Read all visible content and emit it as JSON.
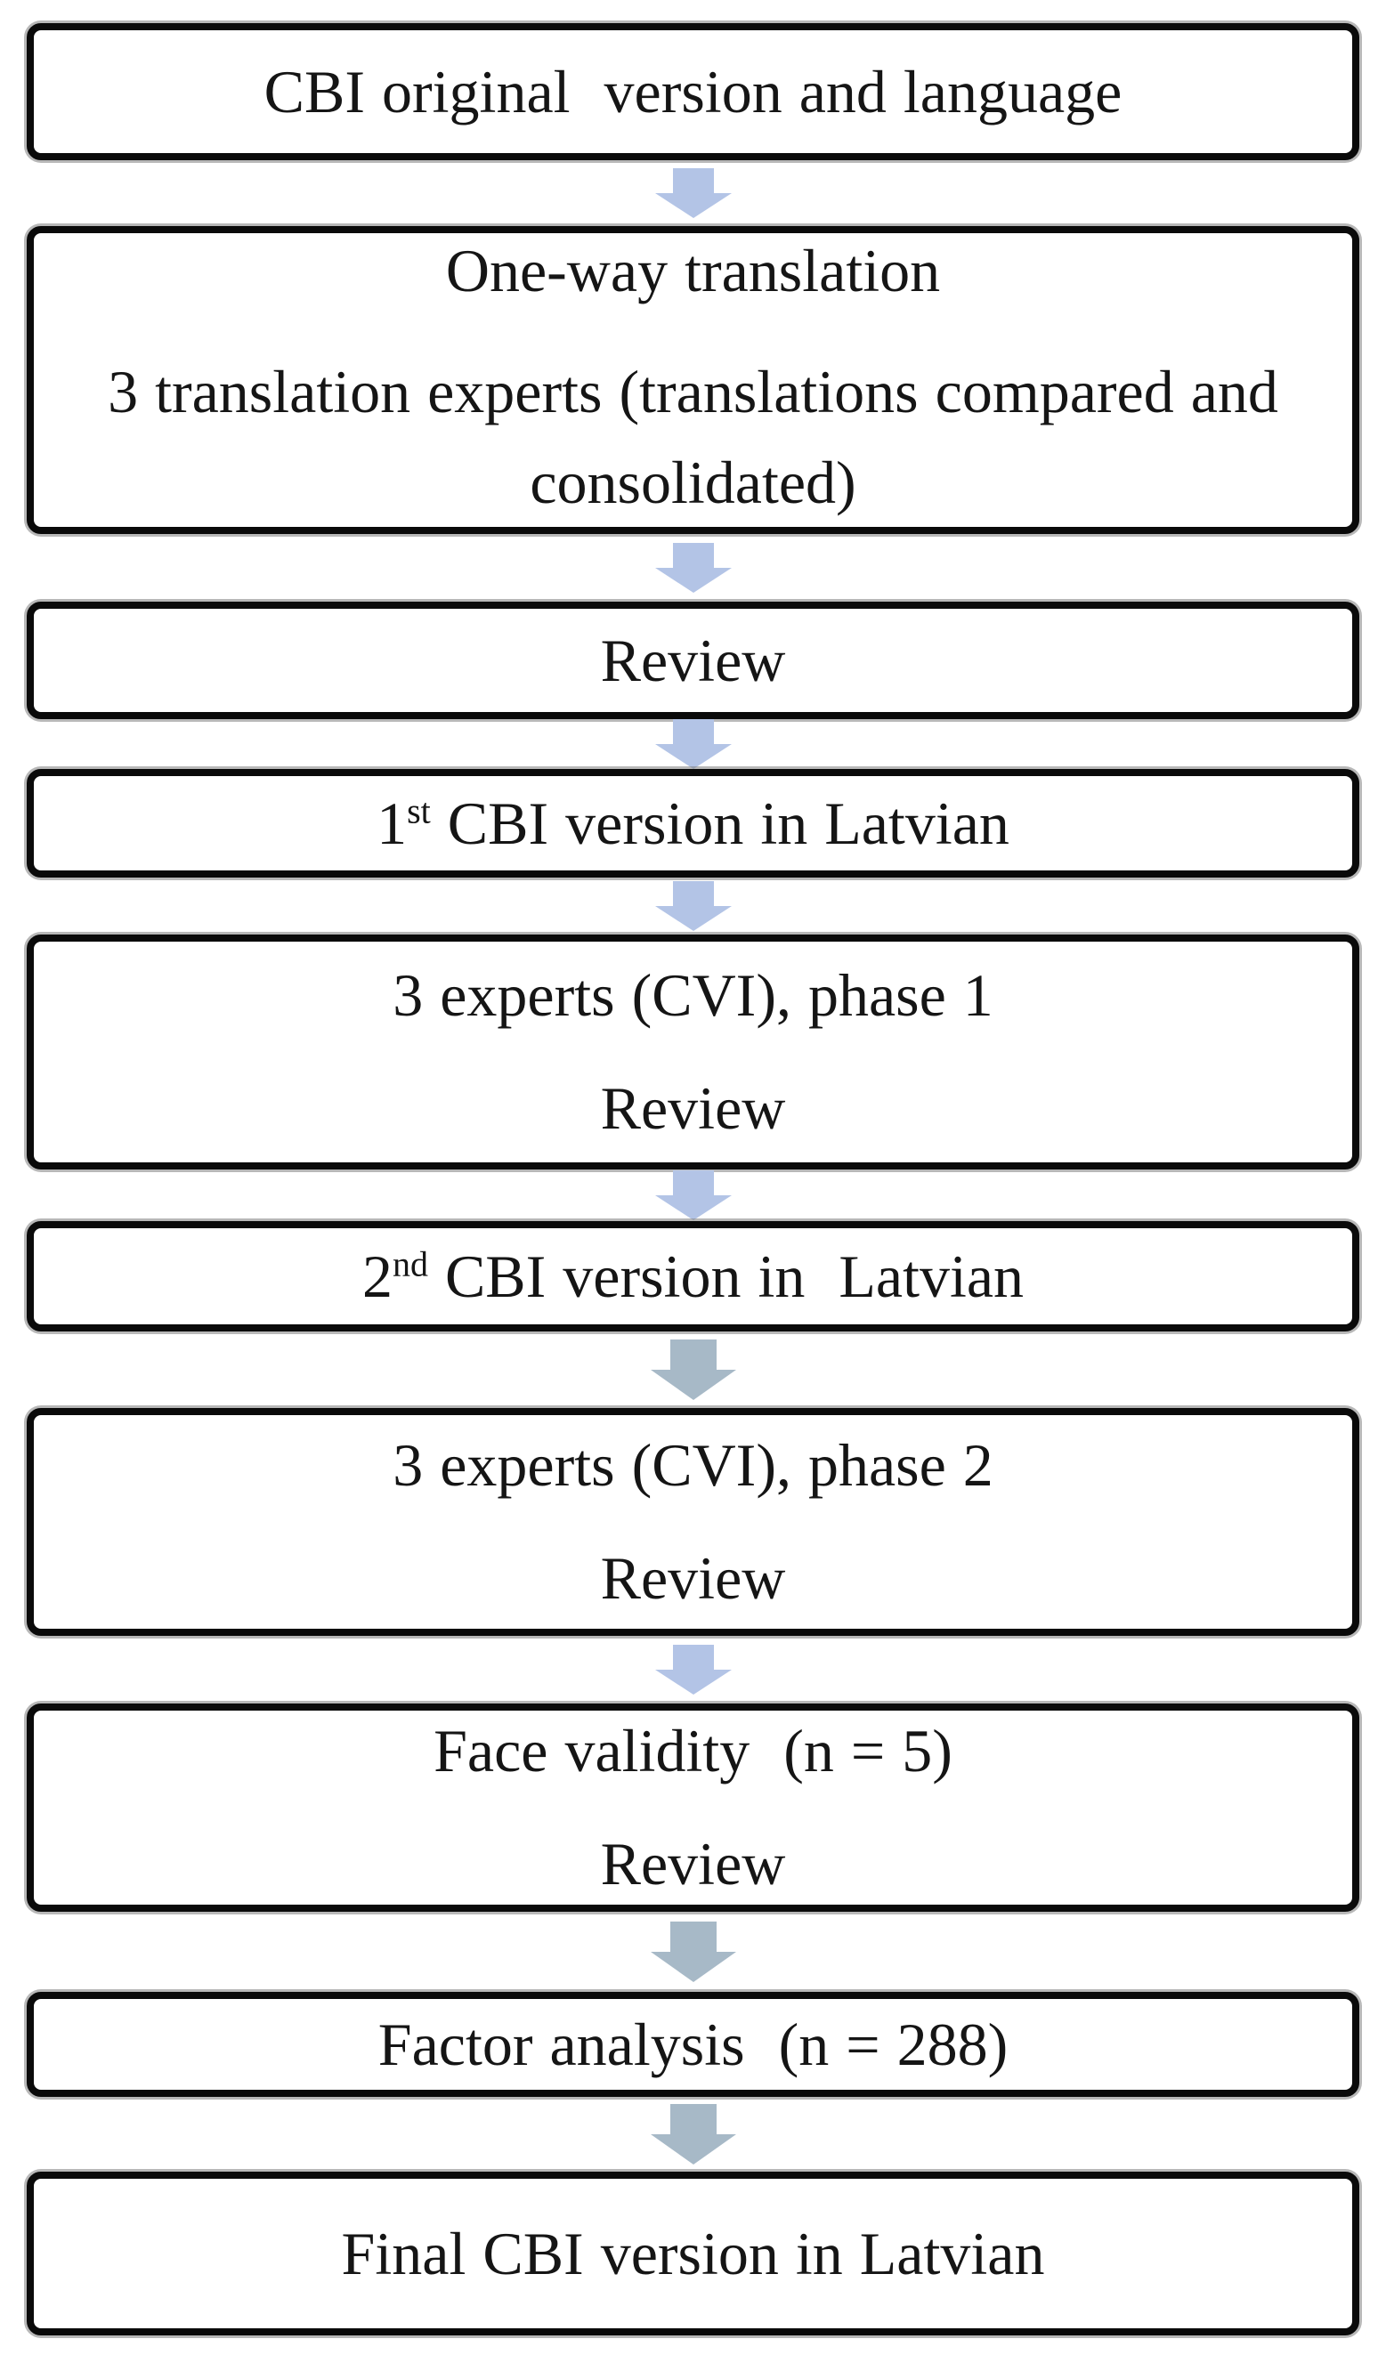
{
  "colors": {
    "box_border": "#0a0a0a",
    "box_fill": "#ffffff",
    "text": "#151515",
    "arrow_blue": "#b3c4e6",
    "arrow_gray": "#a7b9c7"
  },
  "flowchart": {
    "step1": {
      "line1": "CBI original  version and language"
    },
    "step2": {
      "line1": "One-way translation",
      "line2": "3 translation experts (translations compared and consolidated)"
    },
    "step3": {
      "line1": "Review"
    },
    "step4": {
      "prefix": "1",
      "sup": "st",
      "rest": " CBI version in Latvian"
    },
    "step5": {
      "line1": "3 experts (CVI), phase 1",
      "line2": "Review"
    },
    "step6": {
      "prefix": "2",
      "sup": "nd",
      "rest": " CBI version in  Latvian"
    },
    "step7": {
      "line1": "3 experts (CVI), phase 2",
      "line2": "Review"
    },
    "step8": {
      "line1": "Face validity  (n = 5)",
      "line2": "Review"
    },
    "step9": {
      "line1": "Factor analysis  (n = 288)"
    },
    "step10": {
      "line1": "Final CBI version in Latvian"
    }
  },
  "arrows": [
    "blue",
    "blue",
    "blue",
    "blue",
    "blue",
    "gray",
    "blue",
    "gray",
    "gray"
  ]
}
